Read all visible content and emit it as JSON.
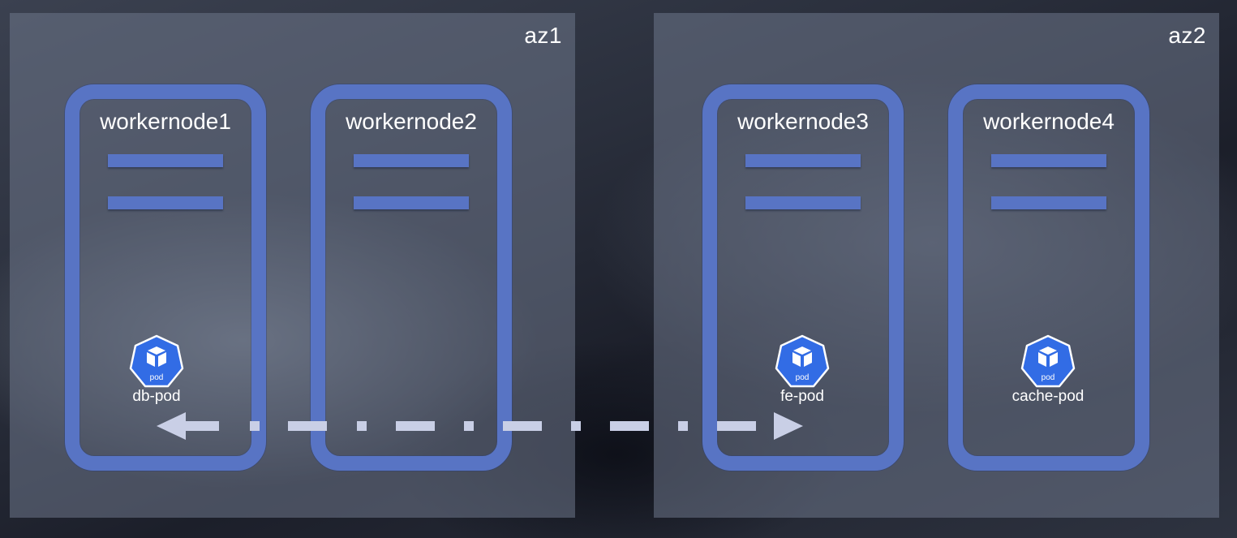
{
  "zones": [
    {
      "label": "az1"
    },
    {
      "label": "az2"
    }
  ],
  "nodes": [
    {
      "title": "workernode1"
    },
    {
      "title": "workernode2"
    },
    {
      "title": "workernode3"
    },
    {
      "title": "workernode4"
    }
  ],
  "pods": [
    {
      "label": "db-pod",
      "icon_text": "pod",
      "icon": "kubernetes-pod-icon"
    },
    {
      "label": "fe-pod",
      "icon_text": "pod",
      "icon": "kubernetes-pod-icon"
    },
    {
      "label": "cache-pod",
      "icon_text": "pod",
      "icon": "kubernetes-pod-icon"
    }
  ],
  "colors": {
    "node_border": "#5874c4",
    "pod_fill": "#326ce5",
    "arrow": "#c9cfe6"
  }
}
